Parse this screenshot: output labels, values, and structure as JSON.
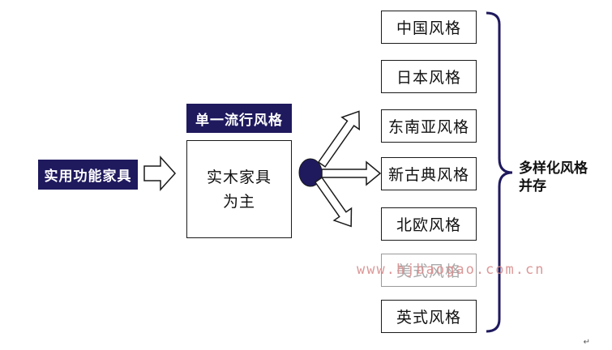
{
  "source": {
    "label": "实用功能家具"
  },
  "trend": {
    "title": "单一流行风格",
    "content": "实木家具为主"
  },
  "styles": [
    {
      "label": "中国风格"
    },
    {
      "label": "日本风格"
    },
    {
      "label": "东南亚风格"
    },
    {
      "label": "新古典风格"
    },
    {
      "label": "北欧风格"
    },
    {
      "label": "美式风格"
    },
    {
      "label": "英式风格"
    }
  ],
  "conclusion": {
    "label": "多样化风格并存"
  },
  "watermark": "www.hjbaogao.com.cn",
  "return_mark": "↵",
  "colors": {
    "navy": "#1f1a5e",
    "border": "#1a1a1a",
    "watermark": "#d88d8d"
  }
}
